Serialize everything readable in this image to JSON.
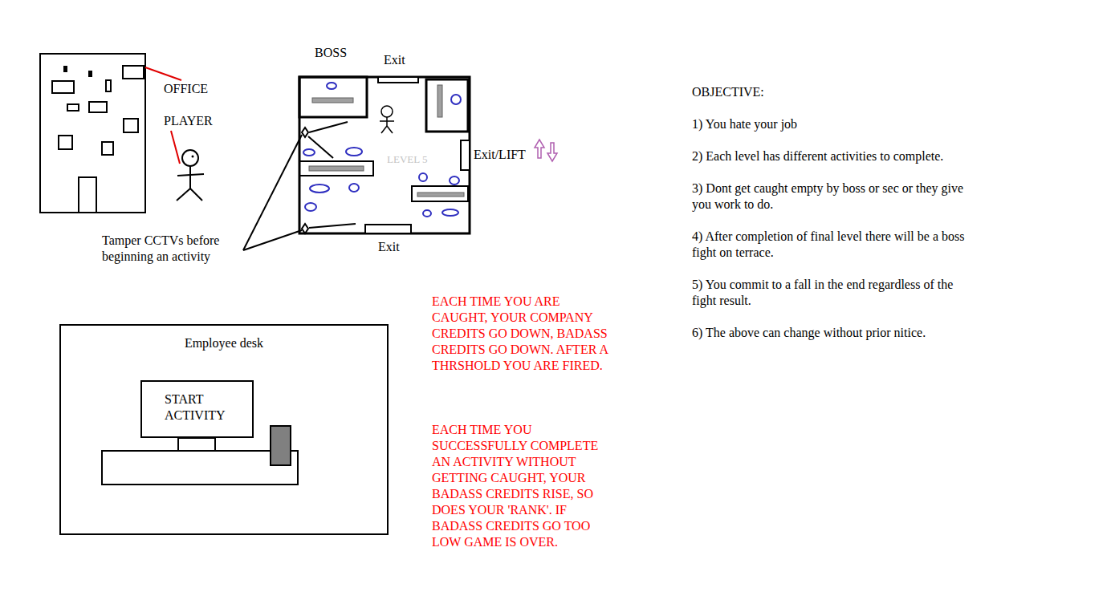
{
  "diagram": {
    "nodes": [
      {
        "text": [
          "Employee desk"
        ]
      },
      {
        "text": [
          "START ACTIVITY"
        ],
        "in": 0
      }
    ],
    "labels": [
      "BOSS",
      "Exit",
      "OFFICE",
      "PLAYER",
      "Exit/LIFT",
      "LEVEL 5",
      "Tamper CCTVs before beginning an activity",
      "Exit",
      "EACH TIME YOU ARE CAUGHT, YOUR COMPANY CREDITS GO DOWN, BADASS CREDITS GO DOWN. AFTER A THRSHOLD YOU ARE FIRED.",
      "EACH TIME YOU SUCCESSFULLY COMPLETE AN ACTIVITY WITHOUT GETTING CAUGHT, YOUR BADASS CREDITS RISE, SO DOES YOUR 'RANK'. IF BADASS CREDITS GO TOO LOW GAME IS OVER.",
      "OBJECTIVE:",
      "1) You hate your job",
      "2) Each level has different activities to complete.",
      "3) Dont get caught empty by boss or sec or they give you work to do.",
      "4) After completion of final level there will be a boss fight on terrace.",
      "5) You commit to a fall in the end regardless of the fight result.",
      "6) The above can change without prior nitice."
    ]
  }
}
